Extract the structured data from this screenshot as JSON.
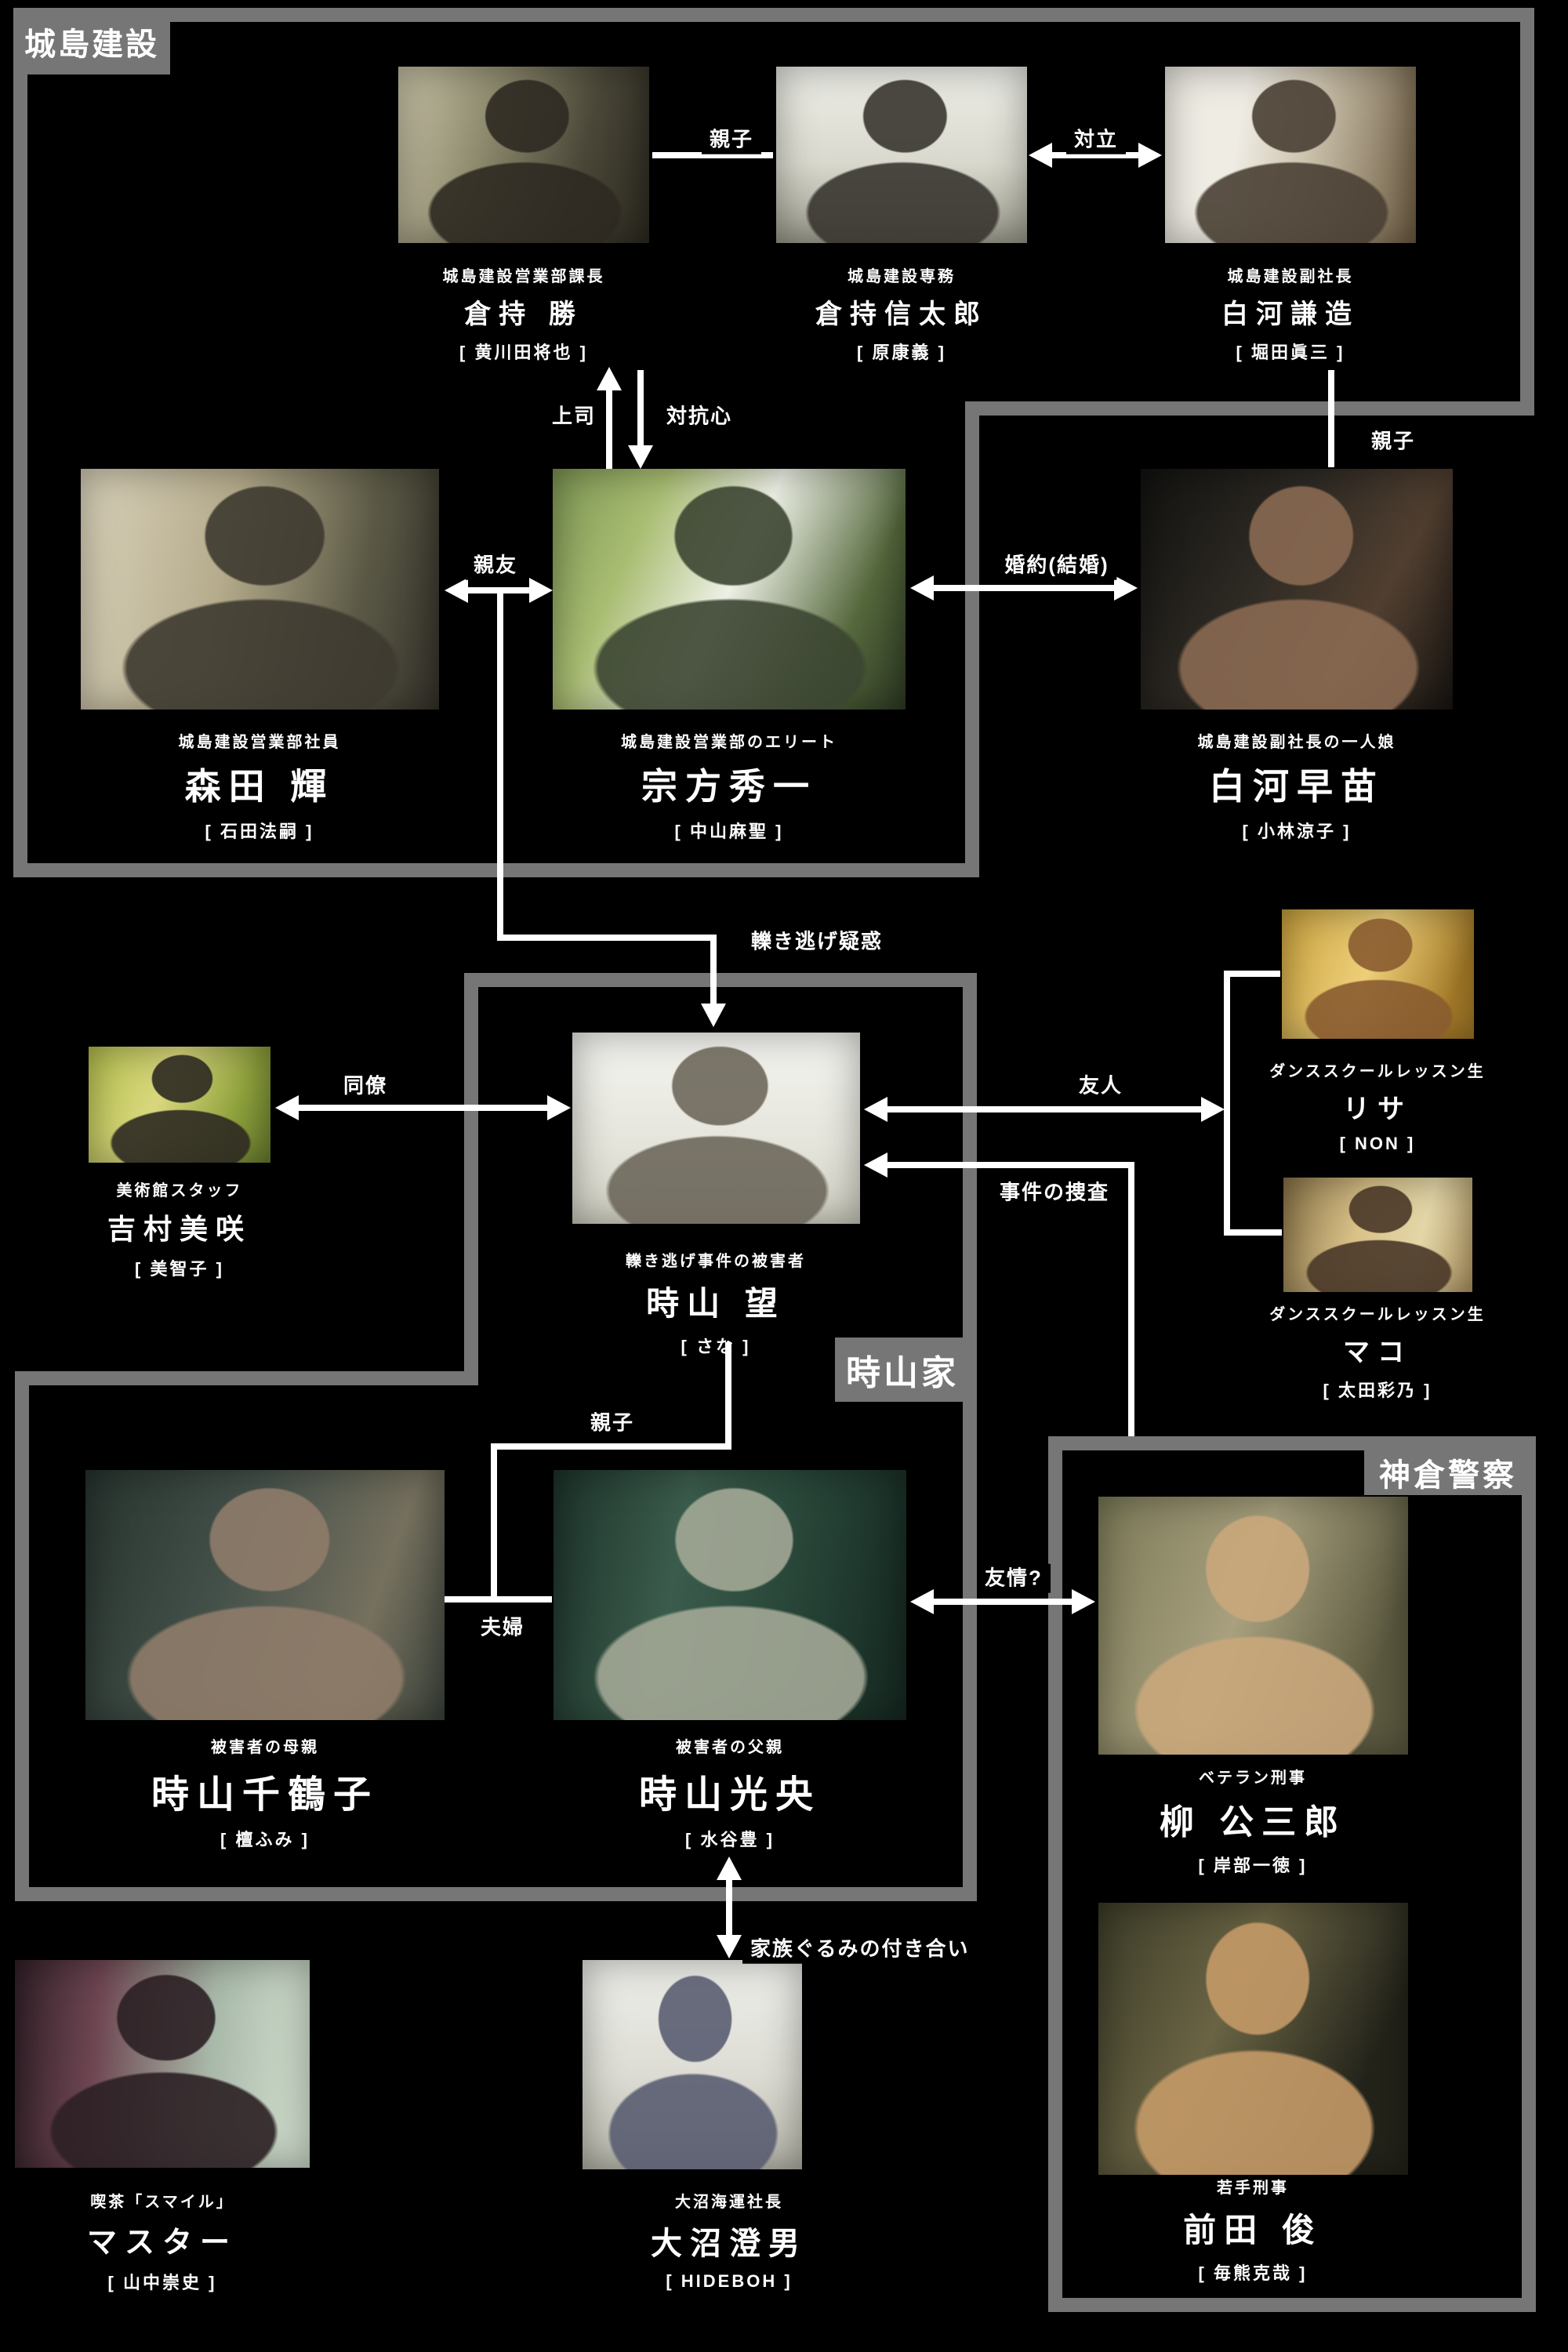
{
  "groups": {
    "jojima": {
      "label": "城島建設"
    },
    "tokiyama": {
      "label": "時山家"
    },
    "kamikura": {
      "label": "神倉警察"
    }
  },
  "characters": [
    {
      "id": "kuramochi-masaru",
      "group": "jojima",
      "role": "城島建設営業部課長",
      "name": "倉持 勝",
      "actor": "[ 黄川田将也 ]"
    },
    {
      "id": "kuramochi-shintaro",
      "group": "jojima",
      "role": "城島建設専務",
      "name": "倉持信太郎",
      "actor": "[ 原康義 ]"
    },
    {
      "id": "shirakawa-kenzo",
      "group": "jojima",
      "role": "城島建設副社長",
      "name": "白河謙造",
      "actor": "[ 堀田眞三 ]"
    },
    {
      "id": "morita-hikaru",
      "group": "jojima",
      "role": "城島建設営業部社員",
      "name": "森田 輝",
      "actor": "[ 石田法嗣 ]"
    },
    {
      "id": "munakata-shuichi",
      "group": "jojima",
      "role": "城島建設営業部のエリート",
      "name": "宗方秀一",
      "actor": "[ 中山麻聖 ]"
    },
    {
      "id": "shirakawa-sanae",
      "group": "none",
      "role": "城島建設副社長の一人娘",
      "name": "白河早苗",
      "actor": "[ 小林涼子 ]"
    },
    {
      "id": "yoshimura-misaki",
      "group": "none",
      "role": "美術館スタッフ",
      "name": "吉村美咲",
      "actor": "[ 美智子 ]"
    },
    {
      "id": "tokiyama-nozomi",
      "group": "tokiyama",
      "role": "轢き逃げ事件の被害者",
      "name": "時山 望",
      "actor": "[ さな ]"
    },
    {
      "id": "risa",
      "group": "none",
      "role": "ダンススクールレッスン生",
      "name": "リサ",
      "actor": "[ NON ]"
    },
    {
      "id": "mako",
      "group": "none",
      "role": "ダンススクールレッスン生",
      "name": "マコ",
      "actor": "[ 太田彩乃 ]"
    },
    {
      "id": "tokiyama-chizuko",
      "group": "tokiyama",
      "role": "被害者の母親",
      "name": "時山千鶴子",
      "actor": "[ 檀ふみ ]"
    },
    {
      "id": "tokiyama-mitsuo",
      "group": "tokiyama",
      "role": "被害者の父親",
      "name": "時山光央",
      "actor": "[ 水谷豊 ]"
    },
    {
      "id": "yanagi-kozaburo",
      "group": "kamikura",
      "role": "ベテラン刑事",
      "name": "柳 公三郎",
      "actor": "[ 岸部一徳 ]"
    },
    {
      "id": "master",
      "group": "none",
      "role": "喫茶「スマイル」",
      "name": "マスター",
      "actor": "[ 山中崇史 ]"
    },
    {
      "id": "onuma-sumio",
      "group": "none",
      "role": "大沼海運社長",
      "name": "大沼澄男",
      "actor": "[ HIDEBOH ]"
    },
    {
      "id": "maeda-shun",
      "group": "kamikura",
      "role": "若手刑事",
      "name": "前田 俊",
      "actor": "[ 毎熊克哉 ]"
    }
  ],
  "relations": {
    "oyako_top": "親子",
    "tairitsu": "対立",
    "joshi": "上司",
    "taikoshin": "対抗心",
    "oyako_shirakawa": "親子",
    "shinyu": "親友",
    "konyaku": "婚約(結婚)",
    "hikinige_giwaku": "轢き逃げ疑惑",
    "doryo": "同僚",
    "yujin": "友人",
    "jiken_sosa": "事件の捜査",
    "oyako_tokiyama": "親子",
    "fufu": "夫婦",
    "yujo": "友情?",
    "kazoku_tsukiai": "家族ぐるみの付き合い"
  },
  "colors": {
    "background": "#000000",
    "frame_gray": "#767676",
    "line_white": "#ffffff"
  }
}
